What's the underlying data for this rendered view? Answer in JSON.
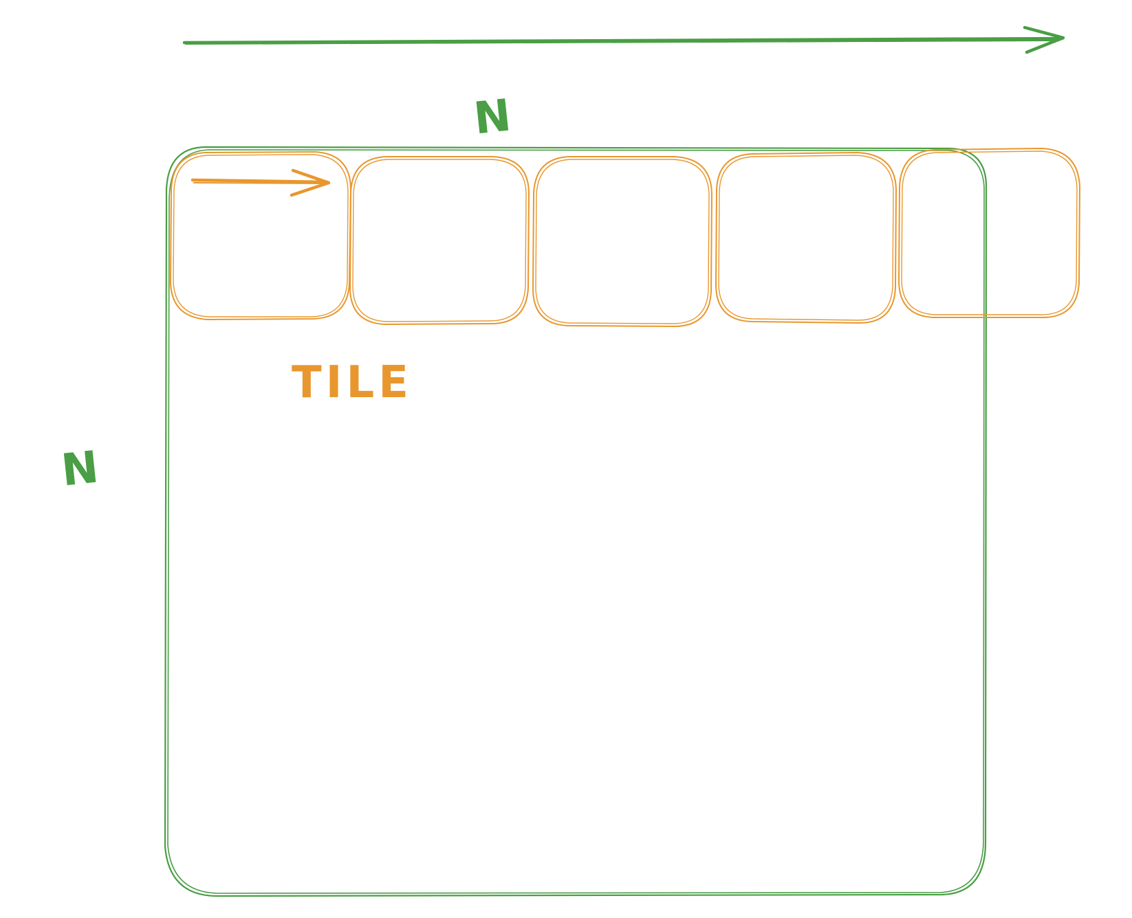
{
  "diagram": {
    "label_top": "N",
    "label_left": "N",
    "tile_label": "TILE",
    "tile_count": 5
  },
  "colors": {
    "matrix_stroke": "#4a9e45",
    "tile_stroke": "#e8972e",
    "background": "#ffffff"
  }
}
